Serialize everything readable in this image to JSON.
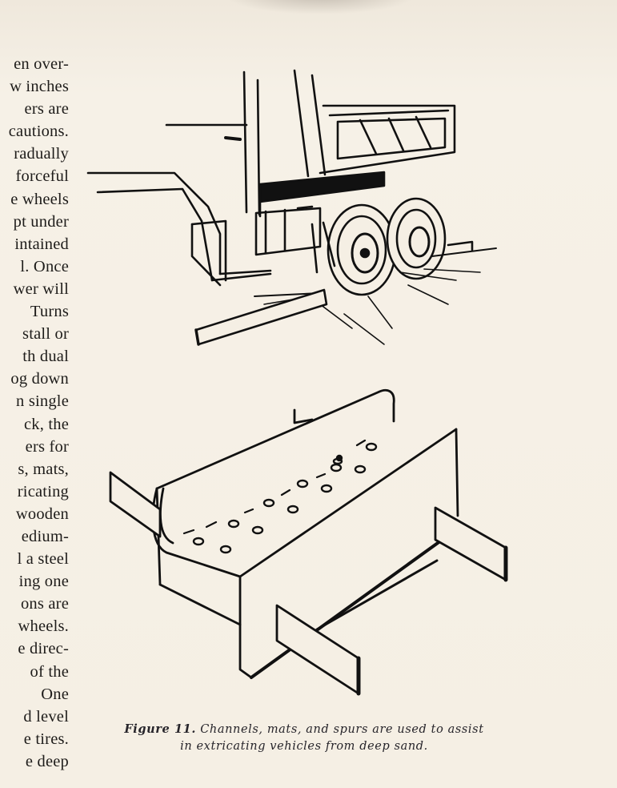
{
  "left_column_lines": [
    "en over-",
    "w inches",
    "ers are",
    "cautions.",
    "radually",
    "forceful",
    "e wheels",
    "pt under",
    "intained",
    "l. Once",
    "wer will",
    "Turns",
    "stall or",
    "th dual",
    "og down",
    "n single",
    "ck, the",
    "ers for",
    "s, mats,",
    "ricating",
    "wooden",
    "edium-",
    "l a steel",
    "ing one",
    "ons are",
    "wheels.",
    "e direc-",
    "of the",
    "One",
    "d level",
    "e tires.",
    "e deep"
  ],
  "caption": {
    "label": "Figure 11.",
    "line1": "Channels, mats, and spurs are used to assist",
    "line2": "in extricating vehicles from deep sand."
  }
}
